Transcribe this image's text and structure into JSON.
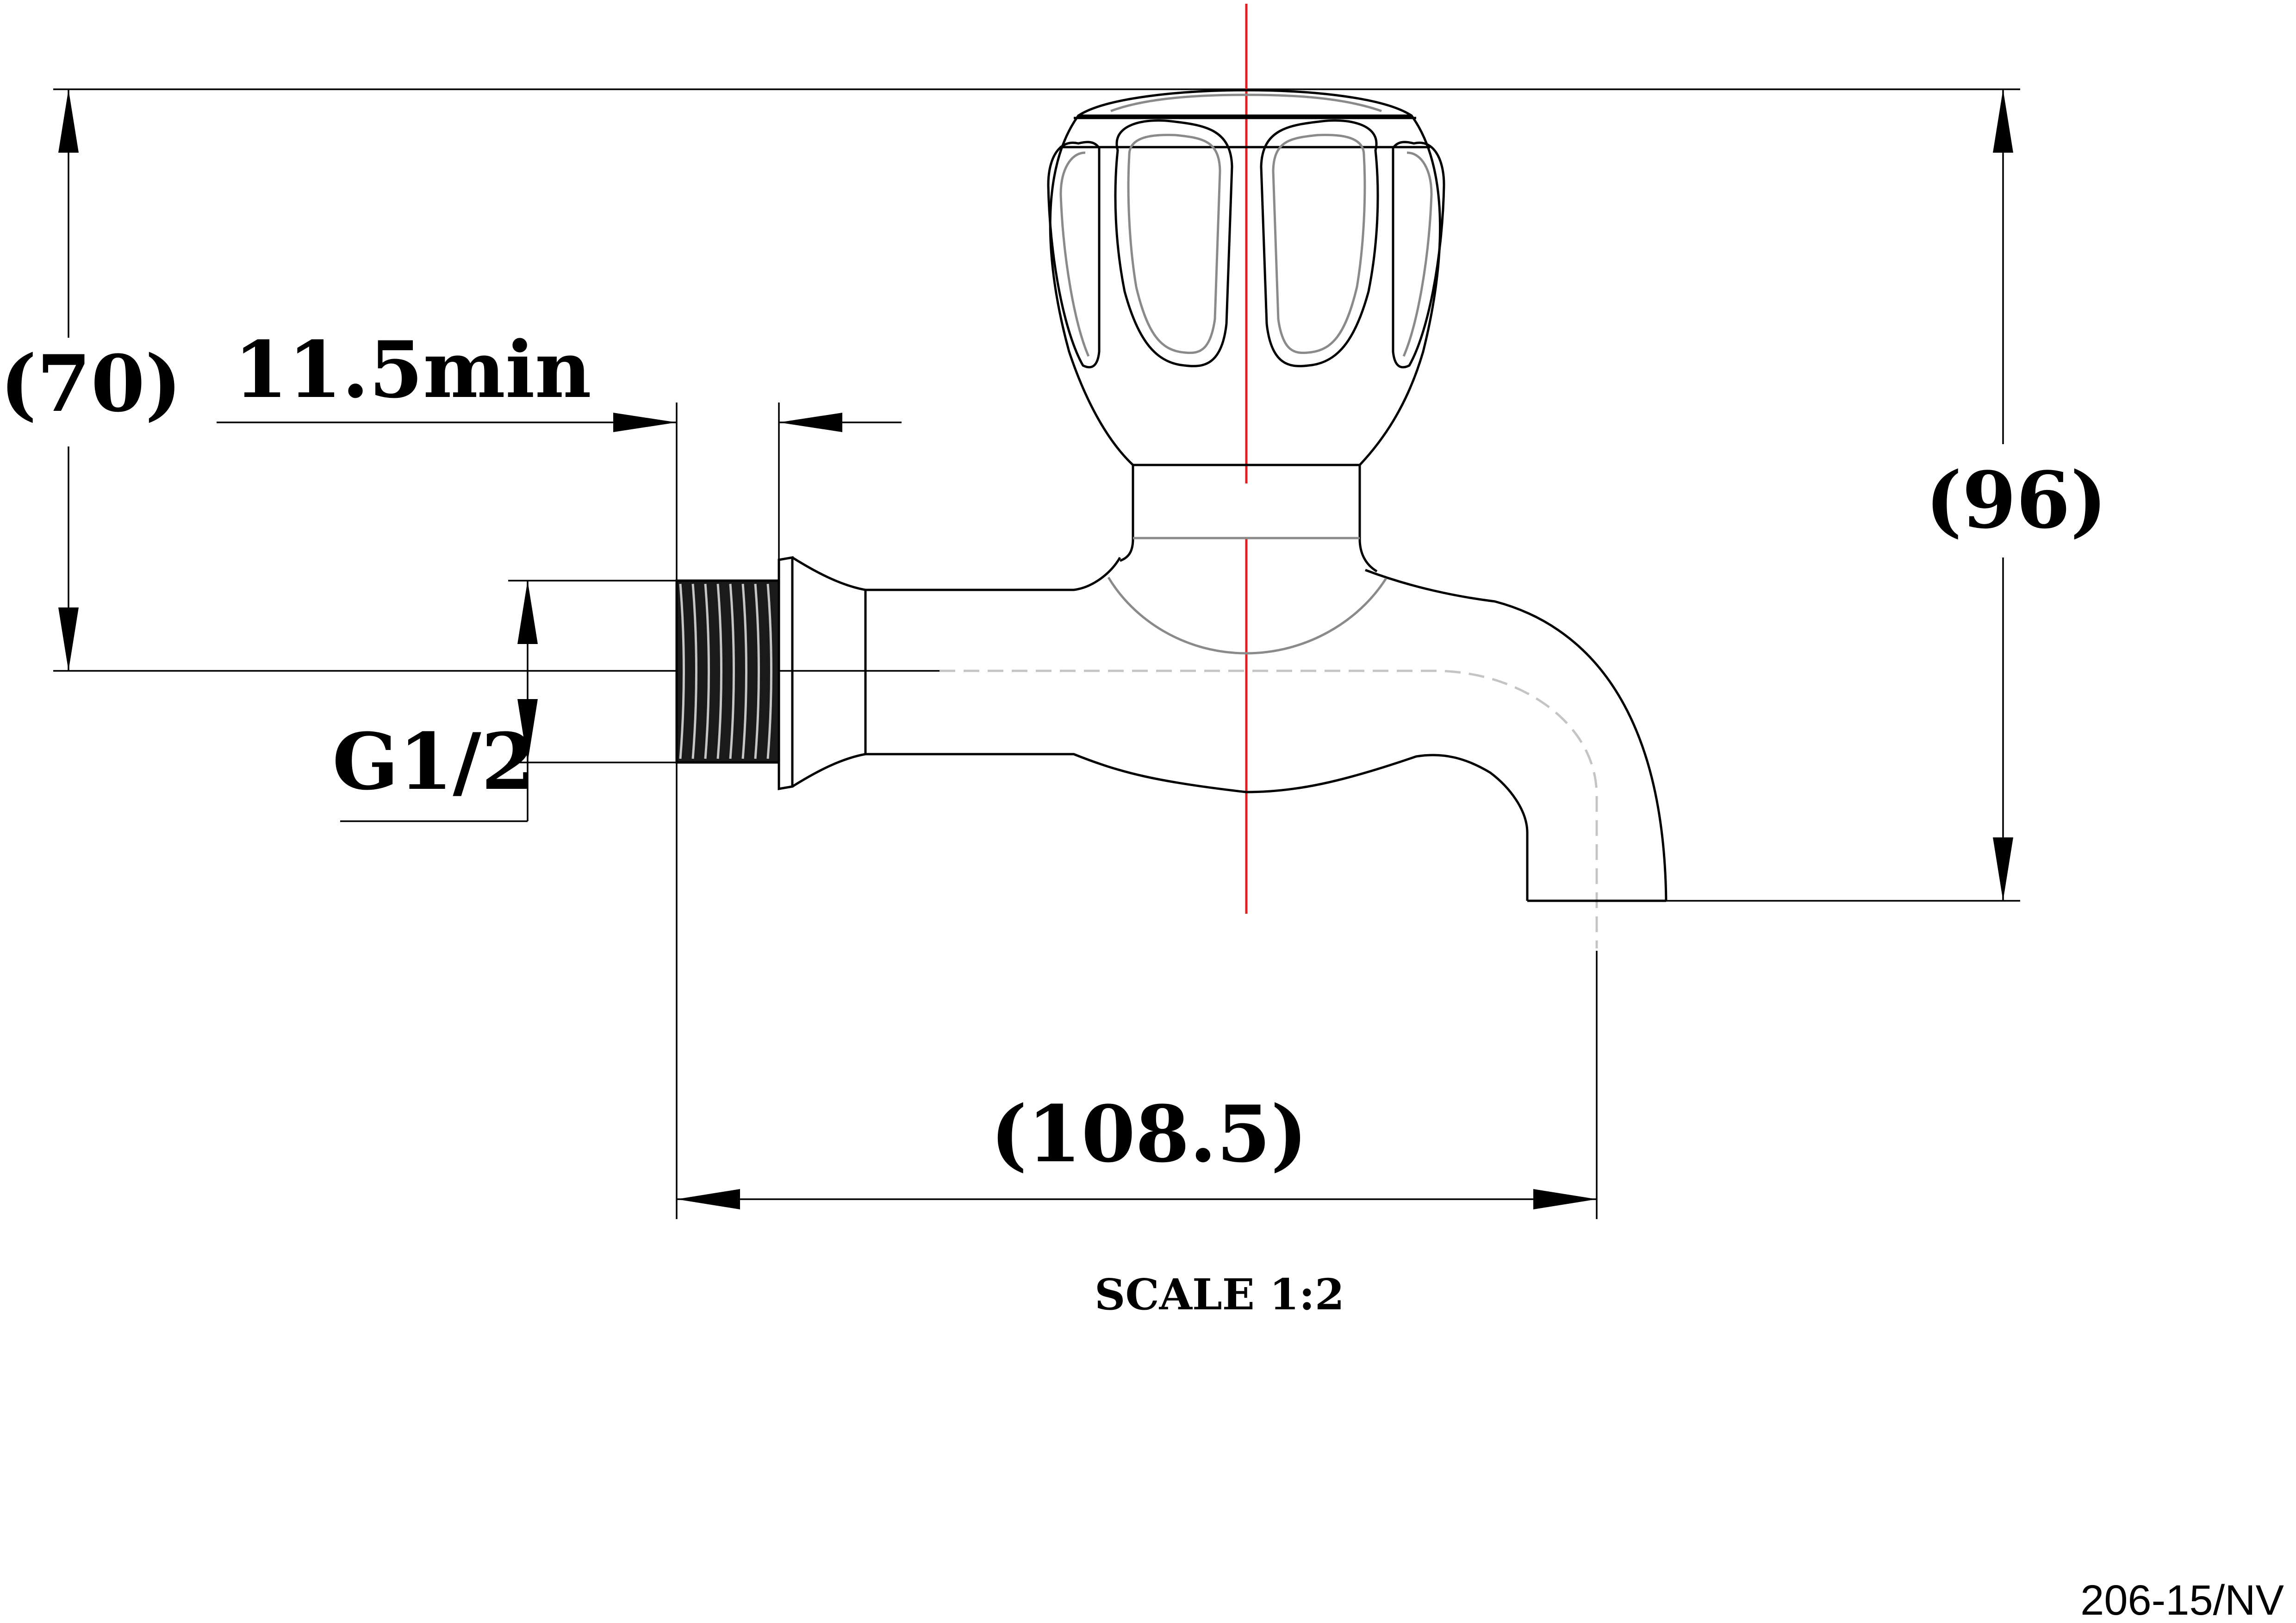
{
  "drawing": {
    "dimensions": {
      "height_left": "(70)",
      "thread_length": "11.5min",
      "thread_size": "G1/2",
      "height_right": "(96)",
      "projection": "(108.5)"
    },
    "scale": "SCALE 1:2",
    "drawing_code": "206-15/NV",
    "colors": {
      "line": "#000000",
      "centerline": "#e02020",
      "hidden_line": "#c4c4c4",
      "secondary_line": "#8a8a8a"
    }
  }
}
